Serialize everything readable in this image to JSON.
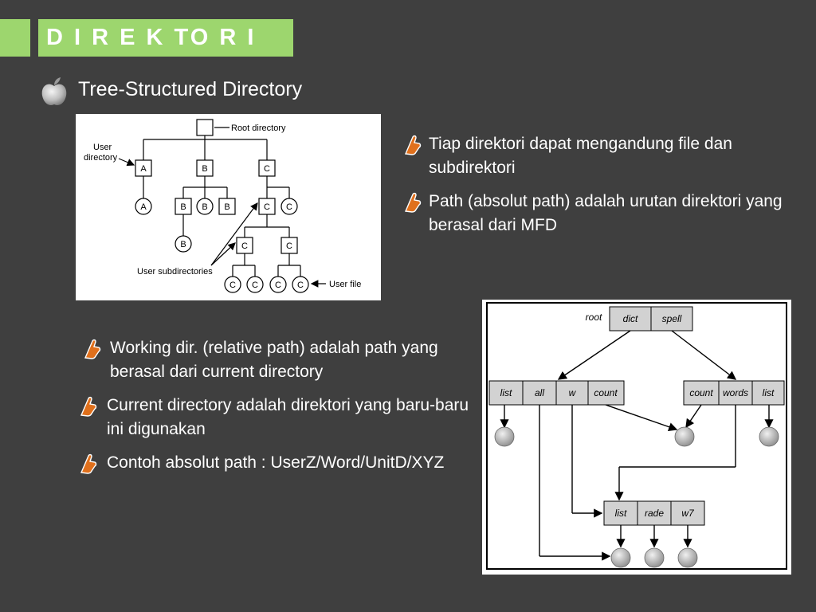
{
  "slide": {
    "title": "D I R E K TO R I",
    "heading": "Tree-Structured Directory",
    "bullets": [
      {
        "text": "Tiap direktori dapat mengandung file dan subdirektori"
      },
      {
        "text": "Path (absolut path) adalah urutan direktori yang berasal dari MFD"
      },
      {
        "text": "Working dir. (relative path) adalah path yang berasal dari current directory"
      },
      {
        "text": "Current directory adalah direktori yang baru-baru ini digunakan"
      },
      {
        "text": "Contoh absolut path : UserZ/Word/UnitD/XYZ"
      }
    ]
  },
  "figure1": {
    "root_label": "Root directory",
    "user_dir_label_1": "User",
    "user_dir_label_2": "directory",
    "user_subdirs_label": "User subdirectories",
    "user_file_label": "User file",
    "nodes": {
      "a": "A",
      "b": "B",
      "c": "C"
    }
  },
  "figure2": {
    "root": "root",
    "top": [
      "dict",
      "spell"
    ],
    "left_group": [
      "list",
      "all",
      "w",
      "count"
    ],
    "right_group": [
      "count",
      "words",
      "list"
    ],
    "bottom_group": [
      "list",
      "rade",
      "w7"
    ]
  },
  "colors": {
    "background": "#3f3f3f",
    "accent": "#9dd66e",
    "icon_orange": "#e0701c"
  }
}
